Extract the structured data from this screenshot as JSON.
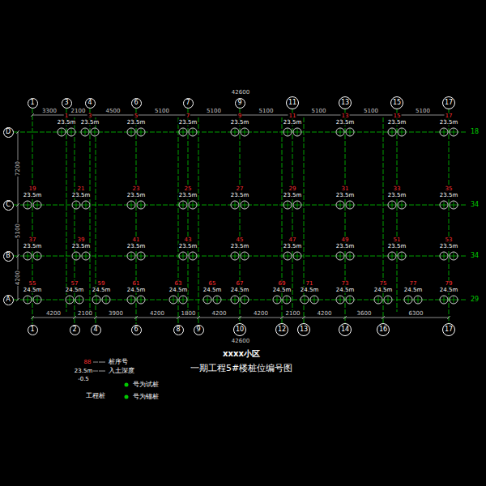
{
  "diagram": {
    "title": "xxxx小区",
    "caption": "一期工程5#楼桩位编号图",
    "nodes": [
      {
        "text": [
          "1"
        ]
      },
      {
        "text": [
          "3"
        ]
      },
      {
        "text": [
          "4"
        ]
      },
      {
        "text": [
          "6"
        ]
      },
      {
        "text": [
          "7"
        ]
      },
      {
        "text": [
          "9"
        ]
      },
      {
        "text": [
          "11"
        ]
      },
      {
        "text": [
          "13"
        ]
      },
      {
        "text": [
          "15"
        ]
      },
      {
        "text": [
          "17"
        ]
      },
      {
        "text": [
          "D"
        ]
      },
      {
        "text": [
          "C"
        ]
      },
      {
        "text": [
          "B"
        ]
      },
      {
        "text": [
          "A"
        ]
      },
      {
        "text": [
          "1"
        ]
      },
      {
        "text": [
          "2"
        ]
      },
      {
        "text": [
          "4"
        ]
      },
      {
        "text": [
          "6"
        ]
      },
      {
        "text": [
          "8"
        ]
      },
      {
        "text": [
          "9"
        ]
      },
      {
        "text": [
          "10"
        ]
      },
      {
        "text": [
          "12"
        ]
      },
      {
        "text": [
          "13"
        ]
      },
      {
        "text": [
          "14"
        ]
      },
      {
        "text": [
          "16"
        ]
      },
      {
        "text": [
          "17"
        ]
      }
    ],
    "labels": [
      "3300",
      "2100",
      "4500",
      "5100",
      "5100",
      "5100",
      "5100",
      "5100",
      "5100",
      "42600",
      "4200",
      "2100",
      "3900",
      "4200",
      "1800",
      "4200",
      "4200",
      "2100",
      "4200",
      "3600",
      "6300",
      "42600",
      "7200",
      "5100",
      "4200",
      "18",
      "34",
      "34",
      "29",
      "1",
      "23.5m",
      "3",
      "23.5m",
      "5",
      "23.5m",
      "7",
      "23.5m",
      "9",
      "23.5m",
      "11",
      "23.5m",
      "13",
      "23.5m",
      "15",
      "23.5m",
      "17",
      "23.5m",
      "19",
      "23.5m",
      "21",
      "23.5m",
      "23",
      "23.5m",
      "25",
      "23.5m",
      "27",
      "23.5m",
      "29",
      "23.5m",
      "31",
      "23.5m",
      "33",
      "23.5m",
      "35",
      "23.5m",
      "37",
      "23.5m",
      "39",
      "23.5m",
      "41",
      "23.5m",
      "43",
      "23.5m",
      "45",
      "23.5m",
      "47",
      "23.5m",
      "49",
      "23.5m",
      "51",
      "23.5m",
      "53",
      "23.5m",
      "55",
      "24.5m",
      "57",
      "24.5m",
      "59",
      "24.5m",
      "61",
      "24.5m",
      "63",
      "24.5m",
      "65",
      "24.5m",
      "67",
      "24.5m",
      "69",
      "24.5m",
      "71",
      "24.5m",
      "73",
      "24.5m",
      "75",
      "24.5m",
      "77",
      "24.5m",
      "79",
      "24.5m",
      "88",
      "23.5m",
      "-0.5",
      "工程桩"
    ],
    "legend": [
      {
        "text": "桩序号"
      },
      {
        "text": "入土深度"
      },
      {
        "text": "号为试桩"
      },
      {
        "text": "号为锚桩"
      }
    ]
  }
}
